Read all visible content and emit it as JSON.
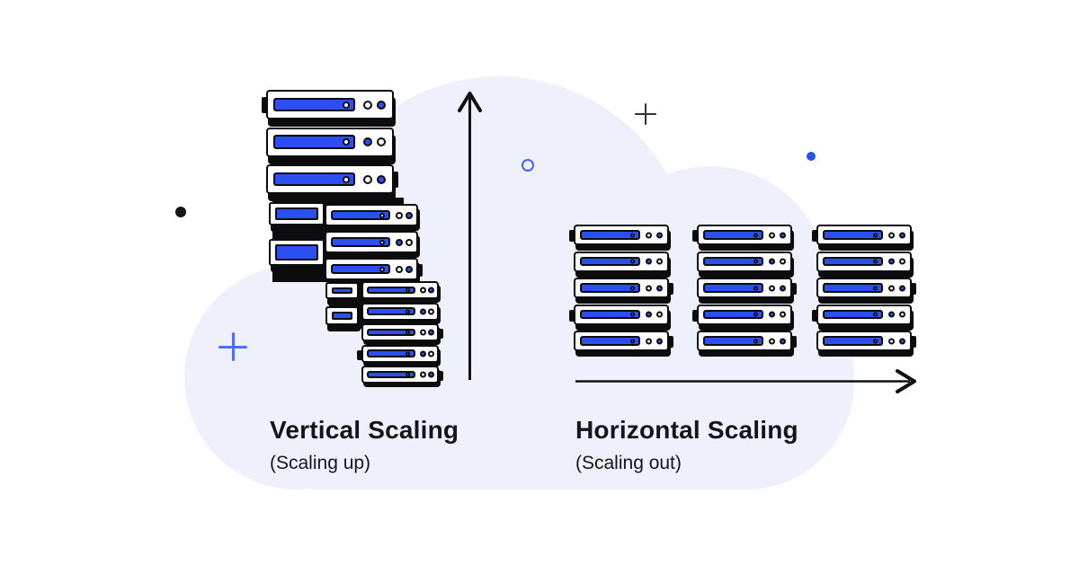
{
  "colors": {
    "background": "#ffffff",
    "cloud": "#eef1fb",
    "ink": "#0c0c0e",
    "server_blue": "#2b4ff2",
    "decor_blue": "#4d6ef6",
    "decor_bright_blue": "#2457ee",
    "decor_dark": "#2f3237"
  },
  "sections": {
    "vertical": {
      "title": "Vertical Scaling",
      "subtitle": "(Scaling up)",
      "arrow_direction": "up",
      "stack": {
        "tiers": [
          {
            "name": "large-servers",
            "count": 3
          },
          {
            "name": "medium-servers",
            "count": 3
          },
          {
            "name": "small-servers",
            "count": 5
          }
        ],
        "partial_servers_behind": 4
      }
    },
    "horizontal": {
      "title": "Horizontal Scaling",
      "subtitle": "(Scaling out)",
      "arrow_direction": "right",
      "grid": {
        "columns": 3,
        "servers_per_column": 5
      }
    }
  },
  "server_status_lights": {
    "odd_rows": [
      "outline",
      "filled"
    ],
    "even_rows": [
      "filled",
      "outline"
    ]
  },
  "decorations": [
    "black-dot",
    "blue-plus",
    "blue-outline-circle",
    "black-plus",
    "blue-dot"
  ]
}
